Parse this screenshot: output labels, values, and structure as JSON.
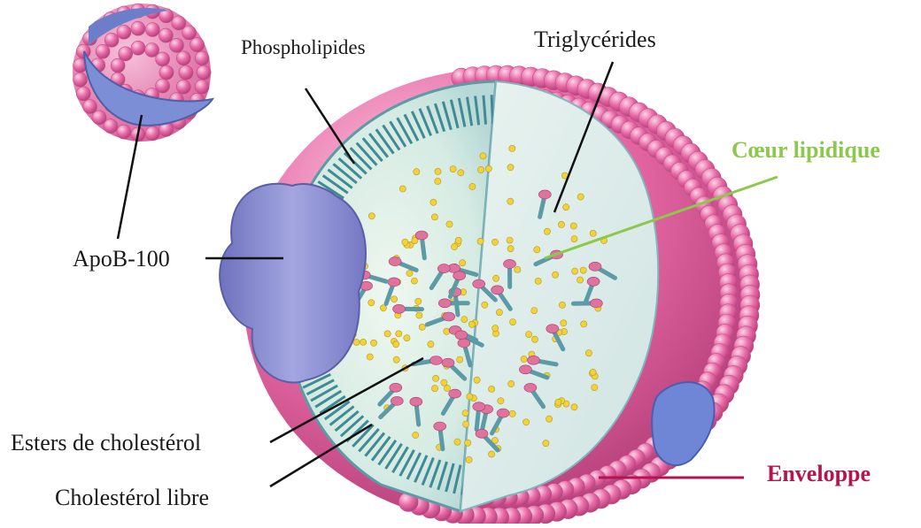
{
  "labels": {
    "phospholipides": "Phospholipides",
    "triglycerides": "Triglycérides",
    "coeur_lipidique": "Cœur lipidique",
    "apob": "ApoB-100",
    "esters": "Esters de cholestérol",
    "cholesterol_libre": "Cholestérol libre",
    "enveloppe": "Enveloppe"
  },
  "colors": {
    "shell_pink": "#e86aa6",
    "shell_highlight": "#f7b6d4",
    "core_fill": "#dff0e8",
    "core_teal": "#5c9ba6",
    "apob_blue": "#8a8ed1",
    "lipid_yellow": "#f2d23a",
    "coeur_green": "#8cc84b",
    "enveloppe_red": "#b3164f"
  }
}
